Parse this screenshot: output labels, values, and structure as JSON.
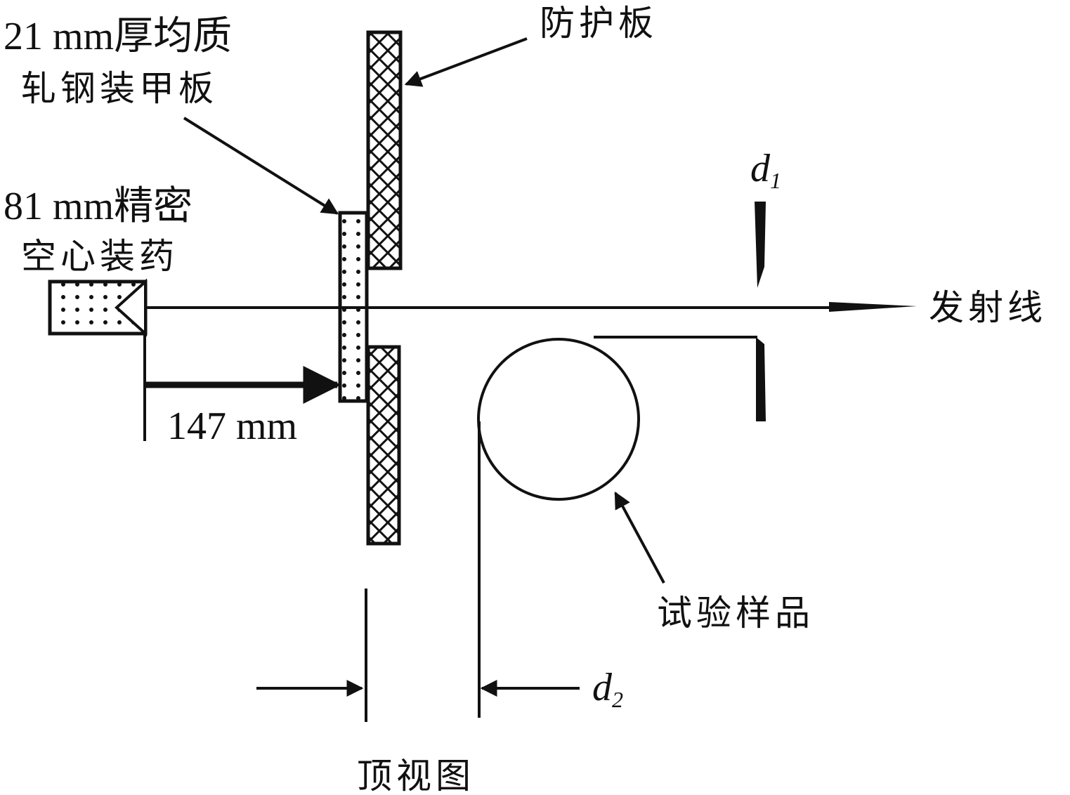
{
  "title": "顶视图",
  "labels": {
    "armor_plate_line1": "21 mm厚均质",
    "armor_plate_line2": "轧钢装甲板",
    "shaped_charge_line1": "81 mm精密",
    "shaped_charge_line2": "空心装药",
    "protective_plate": "防护板",
    "firing_line": "发射线",
    "test_sample": "试验样品",
    "standoff_distance": "147 mm",
    "d1_symbol": "d",
    "d1_subscript": "1",
    "d2_symbol": "d",
    "d2_subscript": "2"
  },
  "colors": {
    "ink": "#111111",
    "background": "#ffffff"
  }
}
